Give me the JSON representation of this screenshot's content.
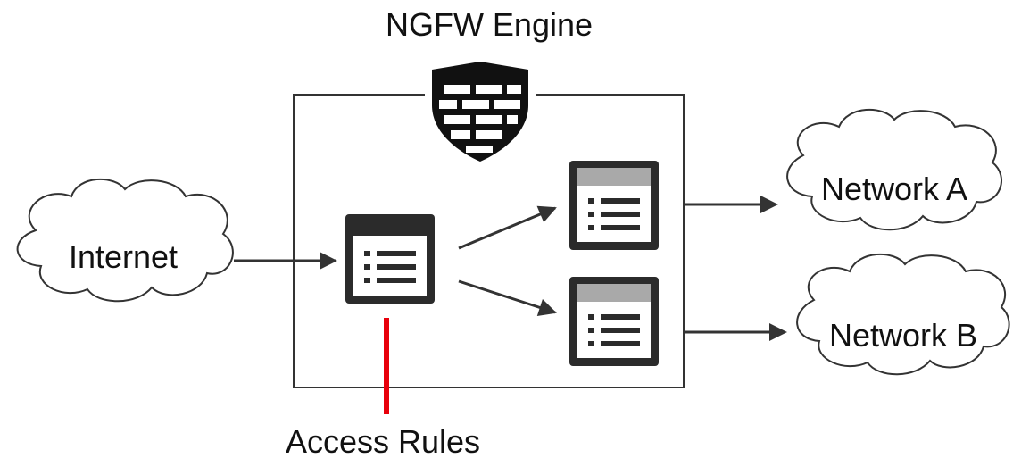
{
  "engine": {
    "title": "NGFW Engine"
  },
  "clouds": {
    "internet": "Internet",
    "network_a": "Network A",
    "network_b": "Network B"
  },
  "access_rules": {
    "label": "Access Rules"
  },
  "colors": {
    "stroke": "#333333",
    "icon_dark": "#2b2b2b",
    "icon_header_light": "#a9a9a9",
    "callout_red": "#e8000b",
    "text": "#111111"
  }
}
